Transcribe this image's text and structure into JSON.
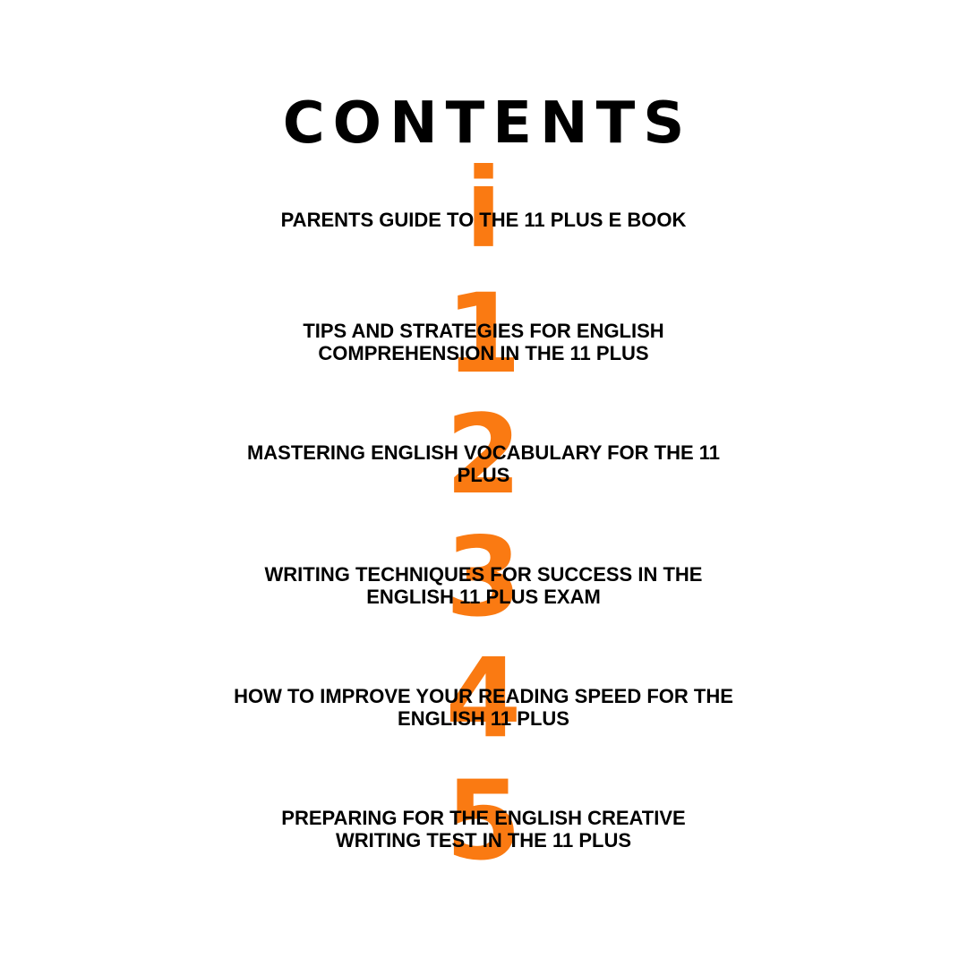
{
  "page": {
    "title": "CONTENTS",
    "accent_color": "#fa7a12"
  },
  "entries": [
    {
      "numeral": "i",
      "label": "PARENTS GUIDE TO THE 11 PLUS E BOOK"
    },
    {
      "numeral": "1",
      "label": "TIPS AND STRATEGIES FOR ENGLISH COMPREHENSION IN THE 11 PLUS"
    },
    {
      "numeral": "2",
      "label": "MASTERING ENGLISH VOCABULARY FOR THE 11 PLUS"
    },
    {
      "numeral": "3",
      "label": "WRITING TECHNIQUES FOR SUCCESS IN THE ENGLISH 11 PLUS EXAM"
    },
    {
      "numeral": "4",
      "label": "HOW TO IMPROVE YOUR READING SPEED FOR THE ENGLISH 11 PLUS"
    },
    {
      "numeral": "5",
      "label": "PREPARING FOR THE ENGLISH CREATIVE WRITING TEST IN THE 11 PLUS"
    }
  ]
}
